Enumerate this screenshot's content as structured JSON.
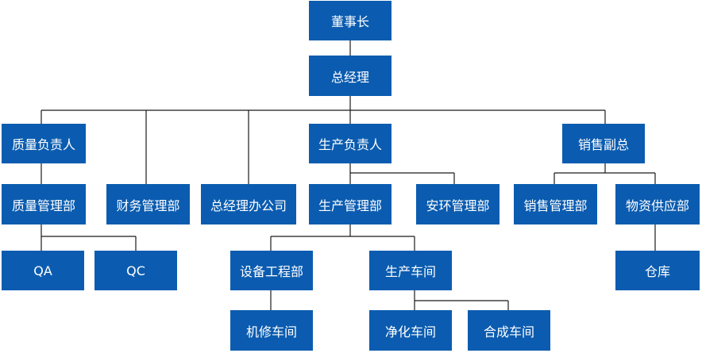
{
  "colors": {
    "box": "#0b5cb0",
    "text": "#ffffff",
    "line": "#1a1a1a"
  },
  "nodes": {
    "chairman": "董事长",
    "gm": "总经理",
    "quality_head": "质量负责人",
    "production_head": "生产负责人",
    "sales_vp": "销售副总",
    "quality_dept": "质量管理部",
    "finance_dept": "财务管理部",
    "gm_office": "总经理办公司",
    "production_dept": "生产管理部",
    "env_safety_dept": "安环管理部",
    "sales_dept": "销售管理部",
    "supply_dept": "物资供应部",
    "qa": "QA",
    "qc": "QC",
    "equipment_dept": "设备工程部",
    "workshop": "生产车间",
    "warehouse": "仓库",
    "repair_workshop": "机修车间",
    "purification_workshop": "净化车间",
    "synthesis_workshop": "合成车间"
  }
}
